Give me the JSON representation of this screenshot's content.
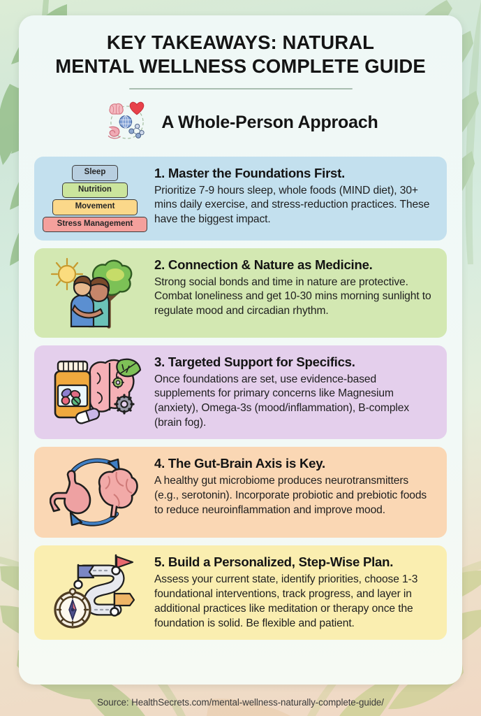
{
  "poster": {
    "title": "KEY TAKEAWAYS: NATURAL MENTAL WELLNESS COMPLETE GUIDE",
    "title_line1": "KEY TAKEAWAYS: NATURAL",
    "title_line2": "MENTAL WELLNESS COMPLETE GUIDE",
    "subtitle": "A Whole-Person Approach",
    "subtitle_icon": "brain-heart-gut-network-icon",
    "background_colors": {
      "top": "#dcecd6",
      "bottom": "#f0d8c4",
      "sheet": "#f1f9f7",
      "divider": "#a9bdb0"
    },
    "source_label": "Source: HealthSecrets.com/mental-wellness-naturally-complete-guide/"
  },
  "cards": [
    {
      "number": "1.",
      "title": "1. Master the Foundations First.",
      "text": "Prioritize 7-9 hours sleep, whole foods (MIND diet), 30+ mins daily exercise, and stress-reduction practices. These have the biggest impact.",
      "color": "#c3e0ee",
      "icon": "foundation-pyramid-icon",
      "pyramid_levels": [
        {
          "label": "Sleep",
          "color": "#b8cfe0"
        },
        {
          "label": "Nutrition",
          "color": "#cbe59d"
        },
        {
          "label": "Movement",
          "color": "#fbd88a"
        },
        {
          "label": "Stress Management",
          "color": "#f4a09c"
        }
      ]
    },
    {
      "number": "2.",
      "title": "2. Connection & Nature as Medicine.",
      "text": "Strong social bonds and time in nature are protective. Combat loneliness and get 10-30 mins morning sunlight to regulate mood and circadian rhythm.",
      "color": "#d3e8b2",
      "icon": "sun-tree-embrace-icon"
    },
    {
      "number": "3.",
      "title": "3. Targeted Support for Specifics.",
      "text": "Once foundations are set, use evidence-based supplements for primary concerns like Magnesium (anxiety), Omega-3s (mood/inflammation), B-complex (brain fog).",
      "color": "#e4cfec",
      "icon": "supplement-bottle-brain-icon"
    },
    {
      "number": "4.",
      "title": "4. The Gut-Brain Axis is Key.",
      "text": "A healthy gut microbiome produces neurotransmitters (e.g., serotonin). Incorporate probiotic and prebiotic foods to reduce neuroinflammation and improve mood.",
      "color": "#fad7b4",
      "icon": "stomach-brain-arrows-icon"
    },
    {
      "number": "5.",
      "title": "5. Build a Personalized, Step-Wise Plan.",
      "text": "Assess your current state, identify priorities, choose 1-3 foundational interventions, track progress, and layer in additional practices like meditation or therapy once the foundation is solid. Be flexible and patient.",
      "color": "#faeeb0",
      "icon": "roadmap-compass-flag-icon"
    }
  ]
}
